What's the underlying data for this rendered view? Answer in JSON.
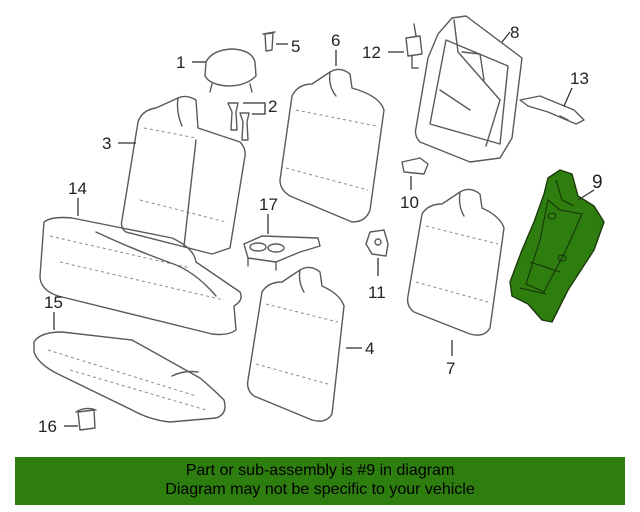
{
  "callouts": {
    "c1": "1",
    "c2": "2",
    "c3": "3",
    "c4": "4",
    "c5": "5",
    "c6": "6",
    "c7": "7",
    "c8": "8",
    "c9": "9",
    "c10": "10",
    "c11": "11",
    "c12": "12",
    "c13": "13",
    "c14": "14",
    "c15": "15",
    "c16": "16",
    "c17": "17"
  },
  "highlight_color": "#2e7d0f",
  "banner": {
    "line1": "Part or sub-assembly is #9 in diagram",
    "line2": "Diagram may not be specific to your vehicle"
  }
}
